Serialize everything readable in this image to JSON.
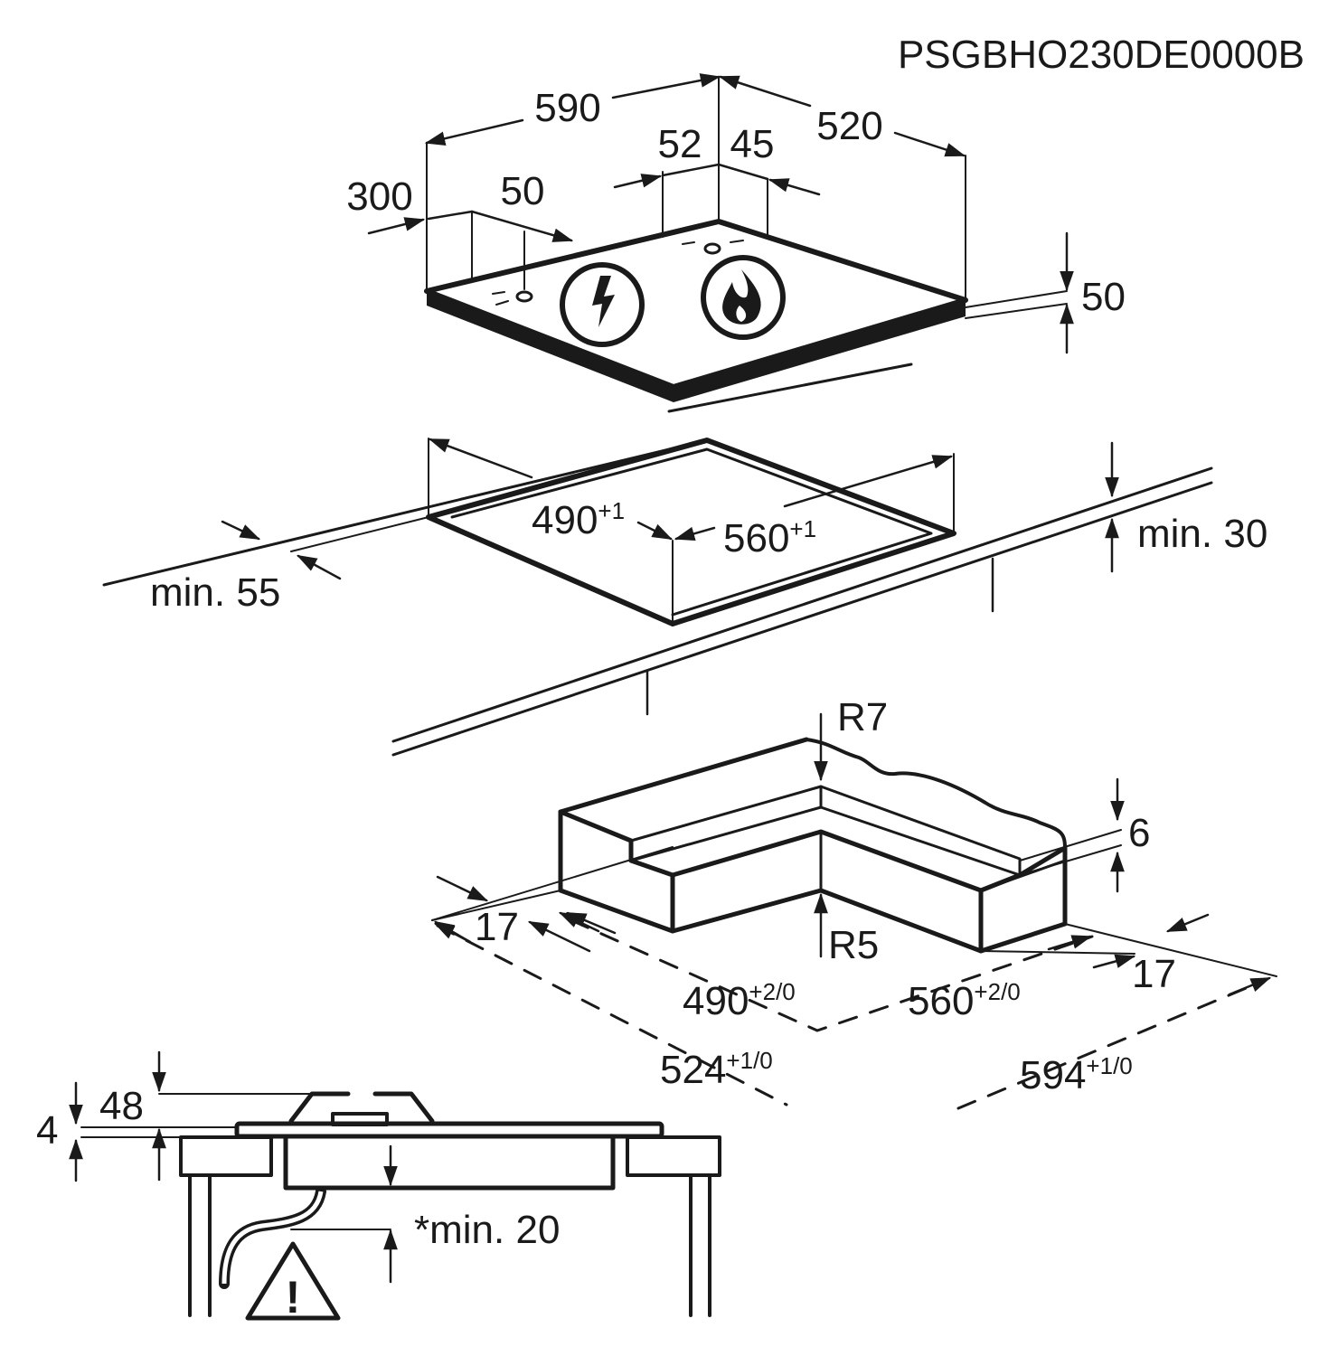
{
  "document_code": "PSGBHO230DE0000B",
  "hob": {
    "width": "590",
    "depth": "520",
    "connector_offset_left": "300",
    "connector_offset_left_2": "50",
    "connector_offset_right_a": "52",
    "connector_offset_right_b": "45",
    "height": "50",
    "symbols": [
      "electric-lightning",
      "gas-flame"
    ]
  },
  "cutout": {
    "depth": {
      "value": "490",
      "tolerance": "+1"
    },
    "width": {
      "value": "560",
      "tolerance": "+1"
    },
    "front_clearance": "min. 55",
    "rear_clearance": "min. 30"
  },
  "flush_mount": {
    "radius_outer": "R7",
    "radius_inner": "R5",
    "rebate_depth": "6",
    "rebate_left": "17",
    "rebate_right": "17",
    "inner_depth": {
      "value": "490",
      "tolerance": "+2/0"
    },
    "inner_width": {
      "value": "560",
      "tolerance": "+2/0"
    },
    "outer_depth": {
      "value": "524",
      "tolerance": "+1/0"
    },
    "outer_width": {
      "value": "594",
      "tolerance": "+1/0"
    }
  },
  "section": {
    "height_total": "48",
    "height_glass": "4",
    "min_clearance": "*min. 20",
    "warning_symbol": "!"
  }
}
